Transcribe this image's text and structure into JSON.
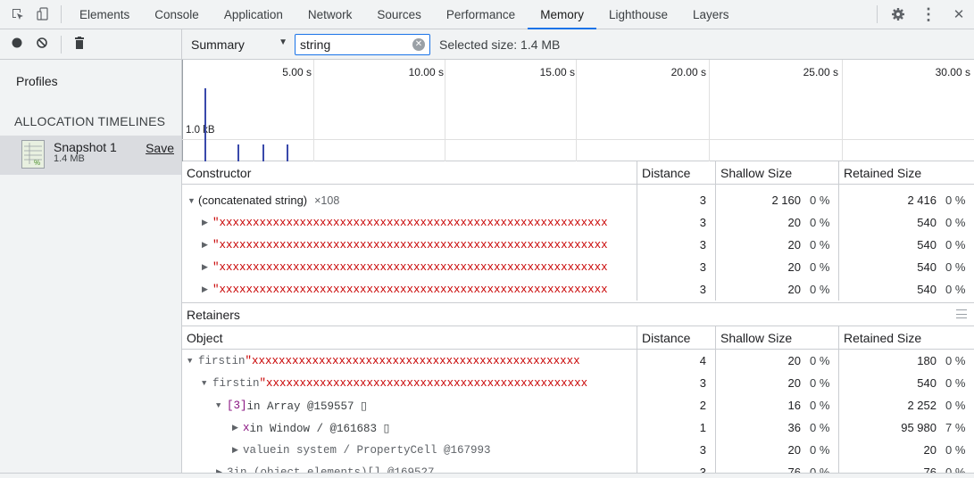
{
  "tabs": [
    "Elements",
    "Console",
    "Application",
    "Network",
    "Sources",
    "Performance",
    "Memory",
    "Lighthouse",
    "Layers"
  ],
  "active_tab": "Memory",
  "icons": {
    "inspect": "inspect-element-icon",
    "device": "device-toggle-icon",
    "settings": "gear-icon",
    "more": "kebab-menu-icon",
    "close": "close-icon",
    "record": "record-icon",
    "clear": "clear-icon",
    "trash": "trash-icon"
  },
  "close_glyph": "✕",
  "more_glyph": "⋮",
  "sidebar": {
    "profiles_label": "Profiles",
    "section_label": "ALLOCATION TIMELINES",
    "snapshot": {
      "name": "Snapshot 1",
      "size": "1.4 MB",
      "save_label": "Save"
    }
  },
  "toolbar": {
    "view_select": "Summary",
    "filter_value": "string",
    "selected_size": "Selected size: 1.4 MB"
  },
  "timeline": {
    "ticks": [
      "5.00 s",
      "10.00 s",
      "15.00 s",
      "20.00 s",
      "25.00 s",
      "30.00 s"
    ],
    "axis_label": "1.0 kB"
  },
  "columns": {
    "constructor": "Constructor",
    "object": "Object",
    "distance": "Distance",
    "shallow": "Shallow Size",
    "retained": "Retained Size"
  },
  "constructor_rows": [
    {
      "name": "(concatenated string)",
      "count": "×108",
      "distance": "3",
      "shallow": "2 160",
      "shallow_pct": "0 %",
      "retained": "2 416",
      "retained_pct": "0 %"
    },
    {
      "name": "\"xxxxxxxxxxxxxxxxxxxxxxxxxxxxxxxxxxxxxxxxxxxxxxxxxxxxxxxxxx",
      "distance": "3",
      "shallow": "20",
      "shallow_pct": "0 %",
      "retained": "540",
      "retained_pct": "0 %"
    },
    {
      "name": "\"xxxxxxxxxxxxxxxxxxxxxxxxxxxxxxxxxxxxxxxxxxxxxxxxxxxxxxxxxx",
      "distance": "3",
      "shallow": "20",
      "shallow_pct": "0 %",
      "retained": "540",
      "retained_pct": "0 %"
    },
    {
      "name": "\"xxxxxxxxxxxxxxxxxxxxxxxxxxxxxxxxxxxxxxxxxxxxxxxxxxxxxxxxxx",
      "distance": "3",
      "shallow": "20",
      "shallow_pct": "0 %",
      "retained": "540",
      "retained_pct": "0 %"
    },
    {
      "name": "\"xxxxxxxxxxxxxxxxxxxxxxxxxxxxxxxxxxxxxxxxxxxxxxxxxxxxxxxxxx",
      "distance": "3",
      "shallow": "20",
      "shallow_pct": "0 %",
      "retained": "540",
      "retained_pct": "0 %"
    }
  ],
  "retainers_label": "Retainers",
  "retainer_rows": [
    {
      "prop": "first",
      "rest": " in ",
      "target": "\"xxxxxxxxxxxxxxxxxxxxxxxxxxxxxxxxxxxxxxxxxxxxxxxxx",
      "distance": "4",
      "shallow": "20",
      "shallow_pct": "0 %",
      "retained": "180",
      "retained_pct": "0 %"
    },
    {
      "prop": "first",
      "rest": " in ",
      "target": "\"xxxxxxxxxxxxxxxxxxxxxxxxxxxxxxxxxxxxxxxxxxxxxxxx",
      "distance": "3",
      "shallow": "20",
      "shallow_pct": "0 %",
      "retained": "540",
      "retained_pct": "0 %"
    },
    {
      "prop": "[3]",
      "rest": " in Array @159557 ▯",
      "target": "",
      "distance": "2",
      "shallow": "16",
      "shallow_pct": "0 %",
      "retained": "2 252",
      "retained_pct": "0 %"
    },
    {
      "prop": "x",
      "rest": " in Window /  @161683 ▯",
      "target": "",
      "distance": "1",
      "shallow": "36",
      "shallow_pct": "0 %",
      "retained": "95 980",
      "retained_pct": "7 %"
    },
    {
      "prop": "value",
      "rest": " in system / PropertyCell @167993",
      "target": "",
      "distance": "3",
      "shallow": "20",
      "shallow_pct": "0 %",
      "retained": "20",
      "retained_pct": "0 %"
    },
    {
      "prop": "3",
      "rest": " in (object elements)[] @169527",
      "target": "",
      "distance": "3",
      "shallow": "76",
      "shallow_pct": "0 %",
      "retained": "76",
      "retained_pct": "0 %"
    }
  ]
}
